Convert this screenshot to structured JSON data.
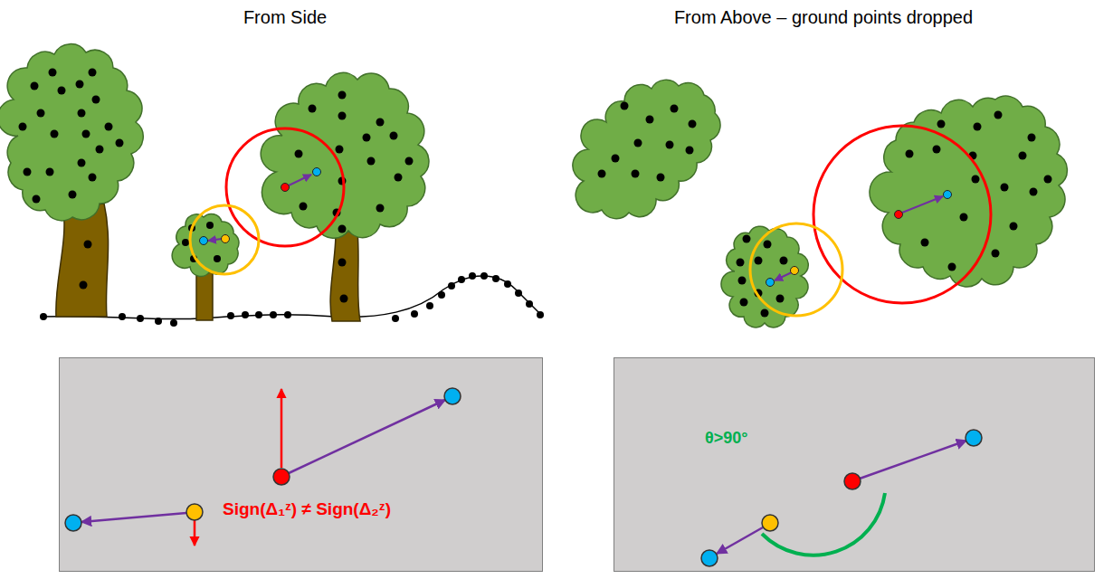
{
  "diagram": {
    "nodes": [
      {
        "text": [
          "Sign(Δ₁ᶻ) ≠ Sign(Δ₂ᶻ)"
        ]
      },
      {
        "text": [
          "θ>90°"
        ]
      }
    ],
    "labels": [
      "From Side",
      "From Above – ground points dropped"
    ]
  }
}
